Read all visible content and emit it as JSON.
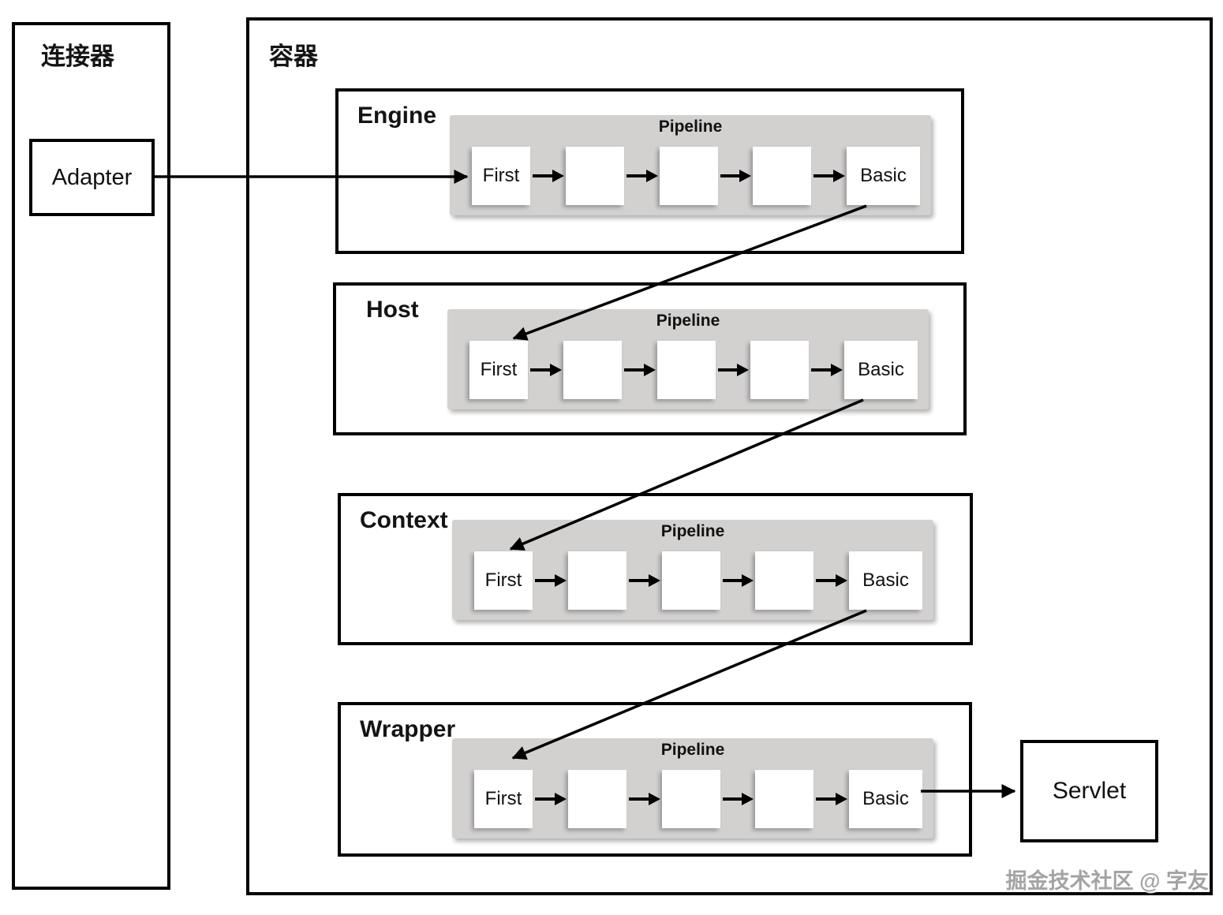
{
  "connector": {
    "label": "连接器",
    "adapter_label": "Adapter"
  },
  "container": {
    "label": "容器"
  },
  "sections": [
    {
      "label": "Engine",
      "pipeline_label": "Pipeline",
      "first_valve": "First",
      "basic_valve": "Basic"
    },
    {
      "label": "Host",
      "pipeline_label": "Pipeline",
      "first_valve": "First",
      "basic_valve": "Basic"
    },
    {
      "label": "Context",
      "pipeline_label": "Pipeline",
      "first_valve": "First",
      "basic_valve": "Basic"
    },
    {
      "label": "Wrapper",
      "pipeline_label": "Pipeline",
      "first_valve": "First",
      "basic_valve": "Basic"
    }
  ],
  "servlet": {
    "label": "Servlet"
  },
  "watermark": "掘金技术社区 @ 字友",
  "colors": {
    "stroke": "#000000",
    "pipeline_background": "#d2d1d0",
    "box_background": "#ffffff",
    "watermark_text": "#a3a3a3"
  }
}
